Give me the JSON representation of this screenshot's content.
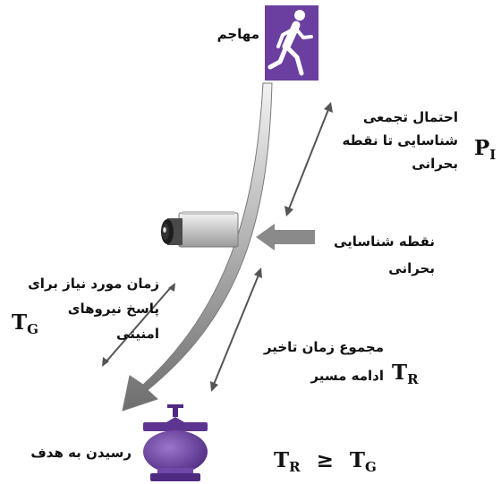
{
  "labels": {
    "intruder": "مهاجم",
    "pi_lines": [
      "احتمال تجمعی",
      "شناسایی تا نقطه",
      "بحرانی"
    ],
    "critical_lines": [
      "نقطه شناسایی",
      "بحرانی"
    ],
    "tg_lines": [
      "زمان مورد نیاز برای",
      "پاسخ نیروهای",
      "امنیتی"
    ],
    "tr_lines": [
      "مجموع زمان تاخیر",
      "ادامه مسیر"
    ],
    "target": "رسیدن به هدف"
  },
  "symbols": {
    "pi": {
      "base": "P",
      "sub": "I"
    },
    "tg": {
      "base": "T",
      "sub": "G"
    },
    "tr": {
      "base": "T",
      "sub": "R"
    },
    "relation": {
      "left": "T",
      "left_sub": "R",
      "op": "≥",
      "right": "T",
      "right_sub": "G"
    }
  },
  "icons": {
    "intruder": "running-person-icon",
    "camera": "security-camera-icon",
    "target": "target-vessel-icon"
  },
  "colors": {
    "purple": "#6b3fa0",
    "purple_dark": "#3d1f63",
    "path_gradient_start": "#f2f2f2",
    "path_gradient_end": "#6e6e6e",
    "arrow_gray": "#555555",
    "pointer_gray": "#8a8a8a"
  }
}
